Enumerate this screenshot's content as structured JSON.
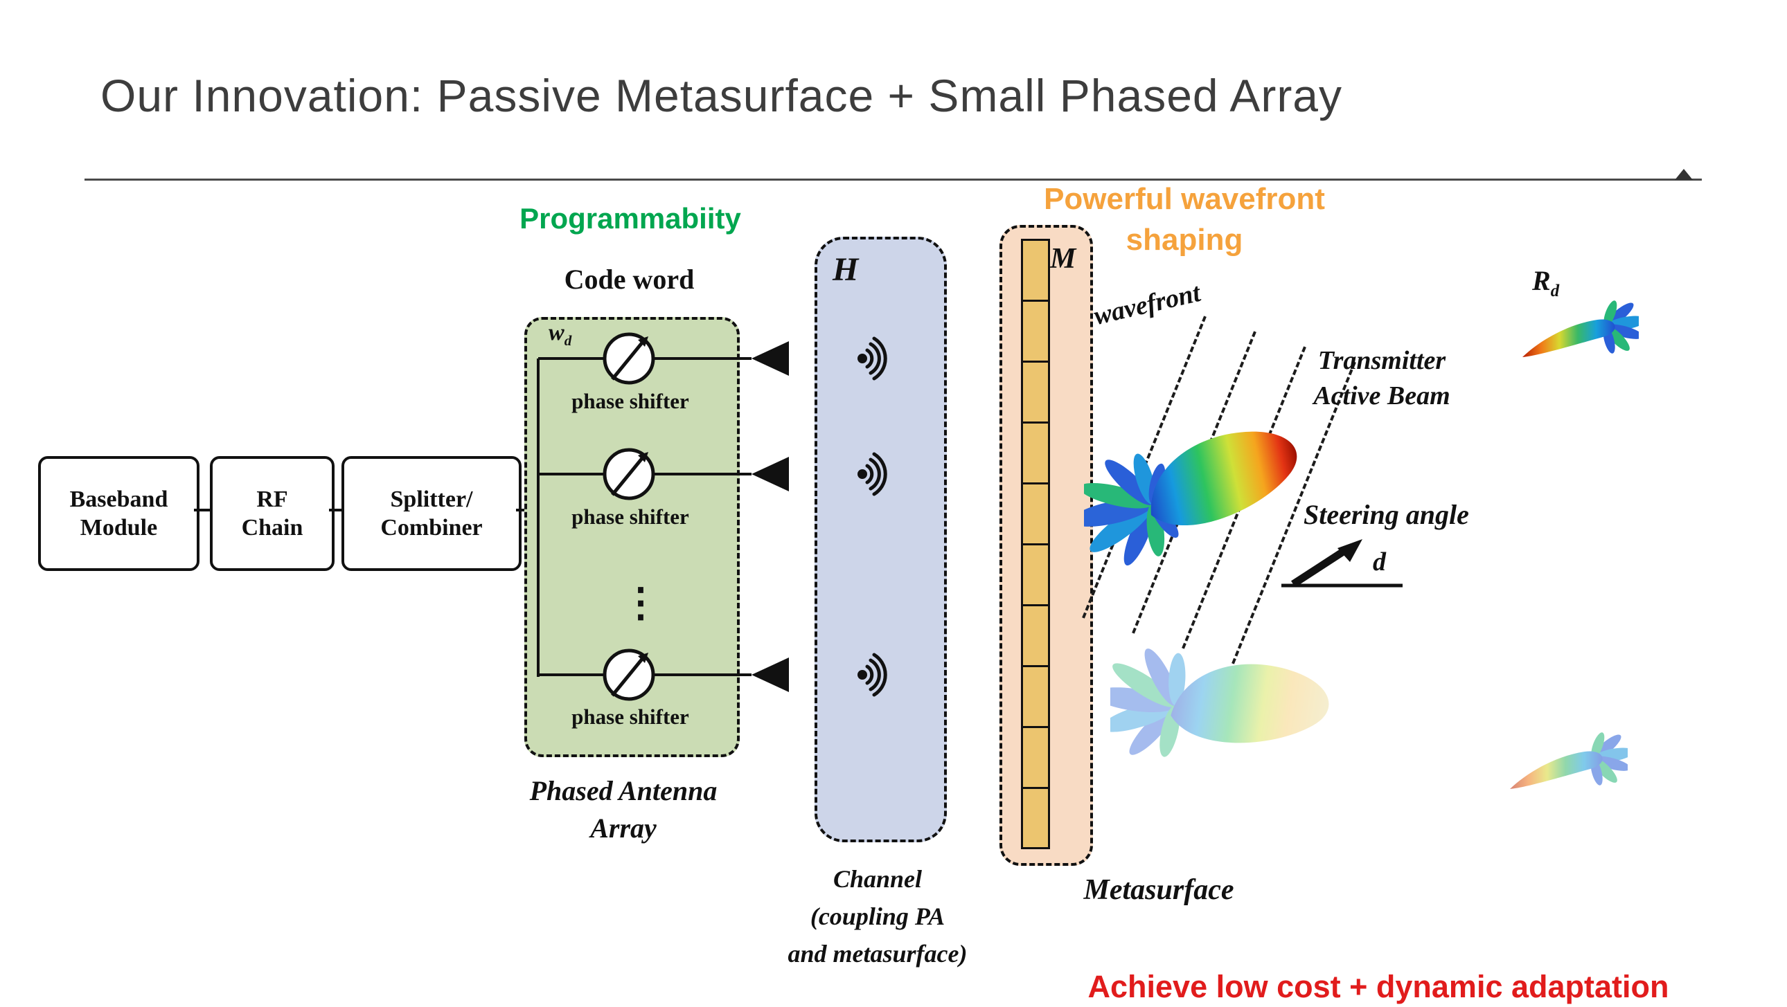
{
  "title": "Our Innovation: Passive Metasurface + Small Phased Array",
  "colors": {
    "title_text": "#3d3d3d",
    "programmability_green": "#00a64f",
    "wavefront_orange": "#f5a23c",
    "note_red": "#e11c1c",
    "phased_array_fill": "#cbdcb4",
    "channel_fill": "#cdd5e9",
    "metasurface_fill": "#f8dbc4",
    "metasurface_element_fill": "#ecc56f"
  },
  "signal_chain": {
    "boxes": [
      {
        "label": "Baseband\nModule"
      },
      {
        "label": "RF\nChain"
      },
      {
        "label": "Splitter/\nCombiner"
      }
    ]
  },
  "phased_array": {
    "programmability_label": "Programmabiity",
    "code_word_label": "Code word",
    "weight_symbol": "w",
    "weight_symbol_sub": "d",
    "phase_shifter_labels": [
      "phase shifter",
      "phase shifter",
      "phase shifter"
    ],
    "dots": "⋮",
    "caption": "Phased Antenna\nArray"
  },
  "channel": {
    "symbol": "H",
    "caption": "Channel\n(coupling PA\nand metasurface)"
  },
  "metasurface": {
    "symbol": "M",
    "label": "Metasurface",
    "headline": "Powerful wavefront\nshaping"
  },
  "beams": {
    "wavefront_label": "wavefront",
    "transmitter_beam_label": "Transmitter\nActive Beam",
    "steering_angle_label": "Steering angle",
    "steering_symbol": "d",
    "reflected_symbol": "R",
    "reflected_symbol_sub": "d"
  },
  "footer_note": "Achieve low cost + dynamic adaptation"
}
